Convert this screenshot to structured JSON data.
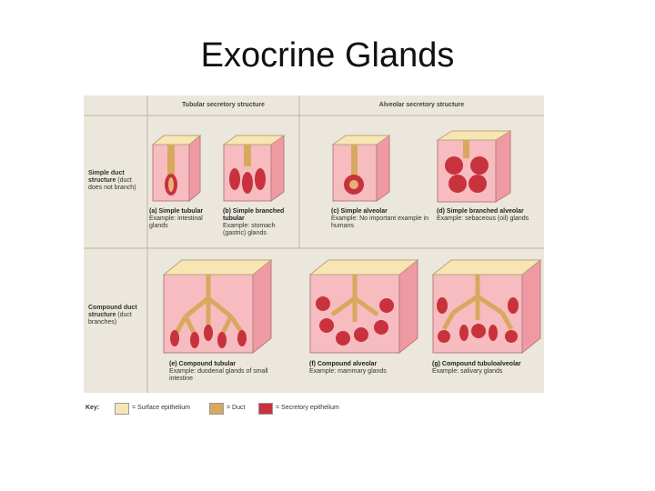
{
  "title": "Exocrine Glands",
  "figure": {
    "col_headers": {
      "tubular": "Tubular secretory structure",
      "alveolar": "Alveolar secretory structure"
    },
    "rows": {
      "simple": {
        "bold": "Simple duct structure",
        "rest": "(duct does not branch)"
      },
      "compound": {
        "bold": "Compound duct structure",
        "rest": "(duct branches)"
      }
    },
    "glands": [
      {
        "letter": "(a)",
        "name": "Simple tubular",
        "example": "Example: intestinal glands"
      },
      {
        "letter": "(b)",
        "name": "Simple branched tubular",
        "example": "Example: stomach (gastric) glands"
      },
      {
        "letter": "(c)",
        "name": "Simple alveolar",
        "example": "Example: No important example in humans"
      },
      {
        "letter": "(d)",
        "name": "Simple branched alveolar",
        "example": "Example: sebaceous (oil) glands"
      },
      {
        "letter": "(e)",
        "name": "Compound tubular",
        "example": "Example: duodenal glands of small intestine"
      },
      {
        "letter": "(f)",
        "name": "Compound alveolar",
        "example": "Example: mammary glands"
      },
      {
        "letter": "(g)",
        "name": "Compound tubuloalveolar",
        "example": "Example: salivary glands"
      }
    ]
  },
  "key": {
    "label": "Key:",
    "items": [
      {
        "label": "= Surface epithelium",
        "color": "#f7e6b3"
      },
      {
        "label": "= Duct",
        "color": "#d9a85f"
      },
      {
        "label": "= Secretory epithelium",
        "color": "#c8323c"
      }
    ]
  },
  "colors": {
    "panel": "#ebe7dc",
    "tissue": "#f6bcc0",
    "tissue_side": "#ef9aa2",
    "duct": "#d9a85f",
    "secretory": "#c8323c"
  }
}
